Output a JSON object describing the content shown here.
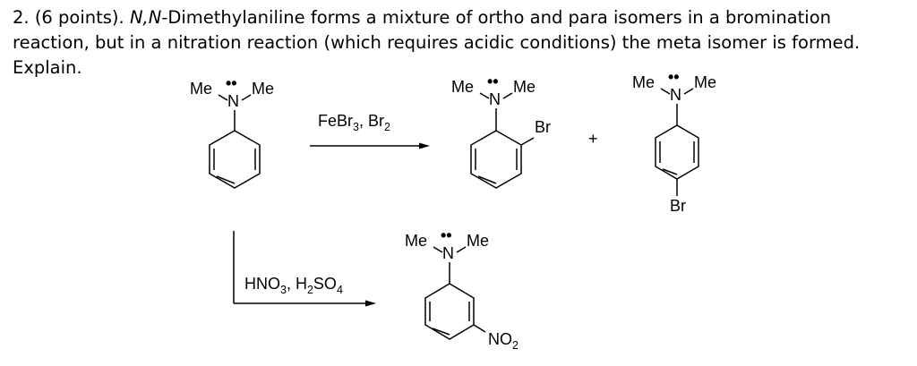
{
  "question": {
    "number": "2.",
    "points": "(6 points).",
    "compound": "N,N",
    "text_rest": "-Dimethylaniline forms a mixture of ortho and para isomers in a bromination reaction, but in a nitration reaction (which requires acidic conditions) the meta isomer is formed.  Explain."
  },
  "scheme": {
    "methyl": "Me",
    "nitrogen": "N",
    "lone_pair": "••",
    "bromine": "Br",
    "plus": "+",
    "bromination": {
      "reagent_1": "FeBr",
      "reagent_1_sub": "3",
      "separator": ", ",
      "reagent_2": "Br",
      "reagent_2_sub": "2"
    },
    "nitration": {
      "reagent_1_a": "HNO",
      "reagent_1_sub": "3",
      "separator": ", ",
      "reagent_2_a": "H",
      "reagent_2_sub_1": "2",
      "reagent_2_b": "SO",
      "reagent_2_sub_2": "4"
    },
    "nitro": "NO",
    "nitro_sub": "2"
  }
}
